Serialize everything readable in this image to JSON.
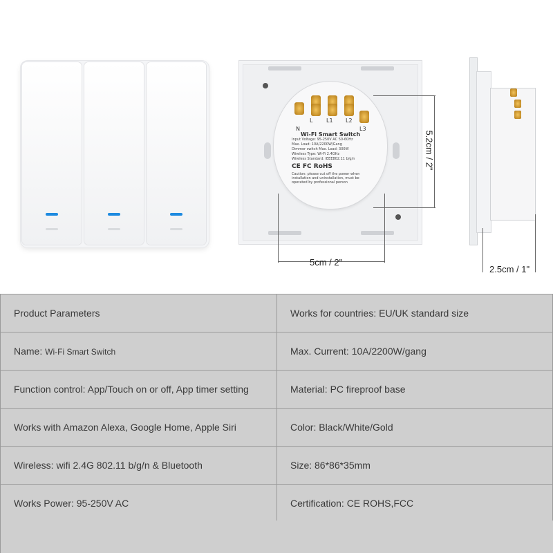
{
  "figure": {
    "dimensions": {
      "height_label": "5.2cm / 2\"",
      "width_label": "5cm / 2\"",
      "depth_label": "2.5cm / 1\""
    },
    "module": {
      "terminals": [
        "L",
        "L1",
        "L2",
        "N",
        "L3"
      ],
      "title": "Wi-Fi Smart Switch",
      "spec_lines": [
        "Input Voltage: 95-250V AC 50-60Hz",
        "Max. Load: 10A/2200W/Gang",
        "Dimmer switch Max. Load: 300W",
        "Wireless Type: Wi-Fi 2.4GHz",
        "Wireless Standard: IEEE802.11 b/g/n"
      ],
      "cert_line": "CE FC RoHS",
      "caution": "Caution: please cut off the power when installation and uninstallation, must be operated by professional person"
    },
    "led_color": "#1d8ae0"
  },
  "specs": {
    "rows": [
      {
        "left": "Product Parameters",
        "right": "Works for countries: EU/UK standard size"
      },
      {
        "left_label": "Name: ",
        "left_value": "Wi-Fi Smart Switch",
        "right": "Max. Current: 10A/2200W/gang"
      },
      {
        "left": "Function control: App/Touch on or off, App timer setting",
        "right": "Material:  PC fireproof base"
      },
      {
        "left": "Works with Amazon Alexa, Google Home, Apple Siri",
        "right": "Color: Black/White/Gold"
      },
      {
        "left": "Wireless: wifi 2.4G 802.11 b/g/n & Bluetooth",
        "right": "Size: 86*86*35mm"
      },
      {
        "left": "Works Power: 95-250V AC",
        "right": "Certification: CE ROHS,FCC"
      }
    ]
  }
}
